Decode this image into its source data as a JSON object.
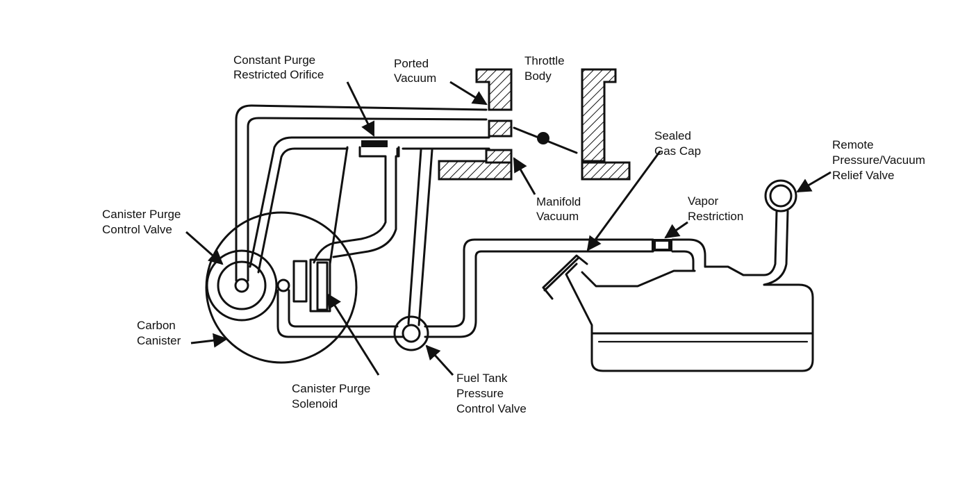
{
  "labels": {
    "constant_purge_1": "Constant Purge",
    "constant_purge_2": "Restricted Orifice",
    "ported_vacuum_1": "Ported",
    "ported_vacuum_2": "Vacuum",
    "throttle_body_1": "Throttle",
    "throttle_body_2": "Body",
    "sealed_gas_cap_1": "Sealed",
    "sealed_gas_cap_2": "Gas Cap",
    "remote_valve_1": "Remote",
    "remote_valve_2": "Pressure/Vacuum",
    "remote_valve_3": "Relief Valve",
    "canister_purge_control_1": "Canister Purge",
    "canister_purge_control_2": "Control Valve",
    "manifold_vacuum_1": "Manifold",
    "manifold_vacuum_2": "Vacuum",
    "vapor_restriction_1": "Vapor",
    "vapor_restriction_2": "Restriction",
    "carbon_canister_1": "Carbon",
    "carbon_canister_2": "Canister",
    "canister_purge_solenoid_1": "Canister Purge",
    "canister_purge_solenoid_2": "Solenoid",
    "fuel_tank_valve_1": "Fuel Tank",
    "fuel_tank_valve_2": "Pressure",
    "fuel_tank_valve_3": "Control Valve"
  }
}
